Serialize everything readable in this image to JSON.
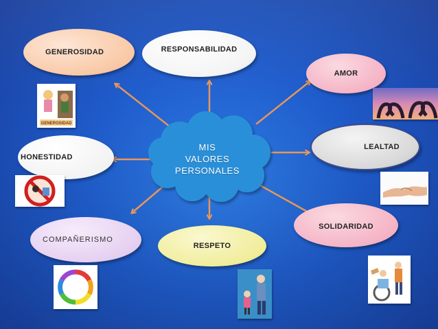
{
  "diagram": {
    "center_lines": [
      "MIS",
      "VALORES",
      "PERSONALES"
    ],
    "values": {
      "generosidad": "GENEROSIDAD",
      "responsabilidad": "RESPONSABILIDAD",
      "amor": "AMOR",
      "honestidad": "HONESTIDAD",
      "lealtad": "LEALTAD",
      "solidaridad": "SOLIDARIDAD",
      "companerismo": "COMPAÑERISMO",
      "respeto": "RESPETO"
    },
    "generosidad_image_caption": "GENEROSIDAD"
  },
  "colors": {
    "background": "#1f5ccc",
    "arrows": "#e8965a",
    "cloud": "#2c8fd9",
    "generosidad_oval": "#fbd2b4",
    "responsabilidad_oval": "#ffffff",
    "amor_oval": "#f6b9c8",
    "honestidad_oval": "#ffffff",
    "lealtad_oval": "#d9d9d9",
    "solidaridad_oval": "#f6b9c8",
    "companerismo_oval": "#e9d6f3",
    "respeto_oval": "#f3f0a6"
  }
}
